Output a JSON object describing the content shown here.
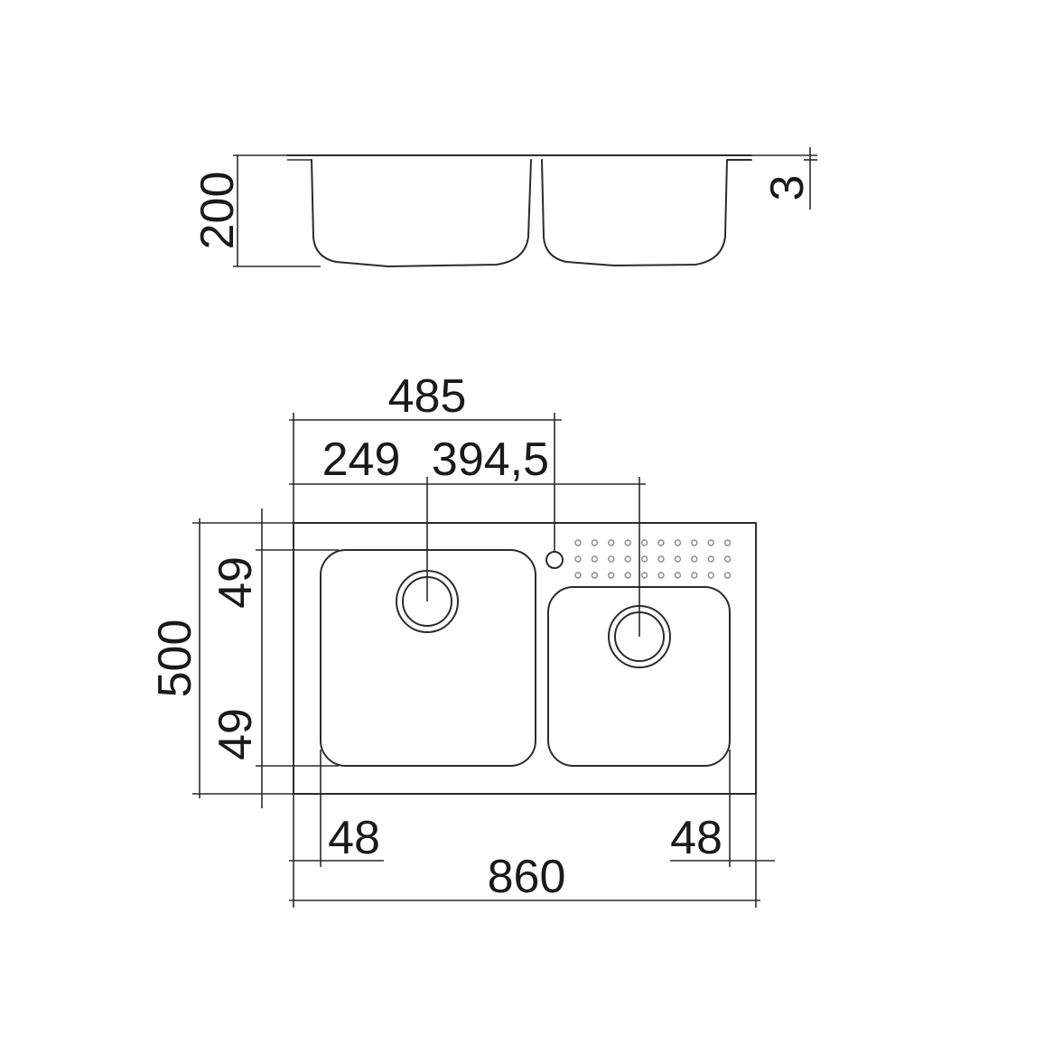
{
  "dimensions": {
    "depth": "200",
    "rim_thickness": "3",
    "drain_offset_total": "485",
    "left_drain_offset": "249",
    "right_drain_offset": "394,5",
    "top_margin": "49",
    "total_height": "500",
    "bottom_margin": "49",
    "left_margin": "48",
    "right_margin": "48",
    "total_width": "860"
  },
  "colors": {
    "line": "#2b2b2b",
    "text": "#1a1a1a",
    "dots": "#8a8a8a"
  }
}
